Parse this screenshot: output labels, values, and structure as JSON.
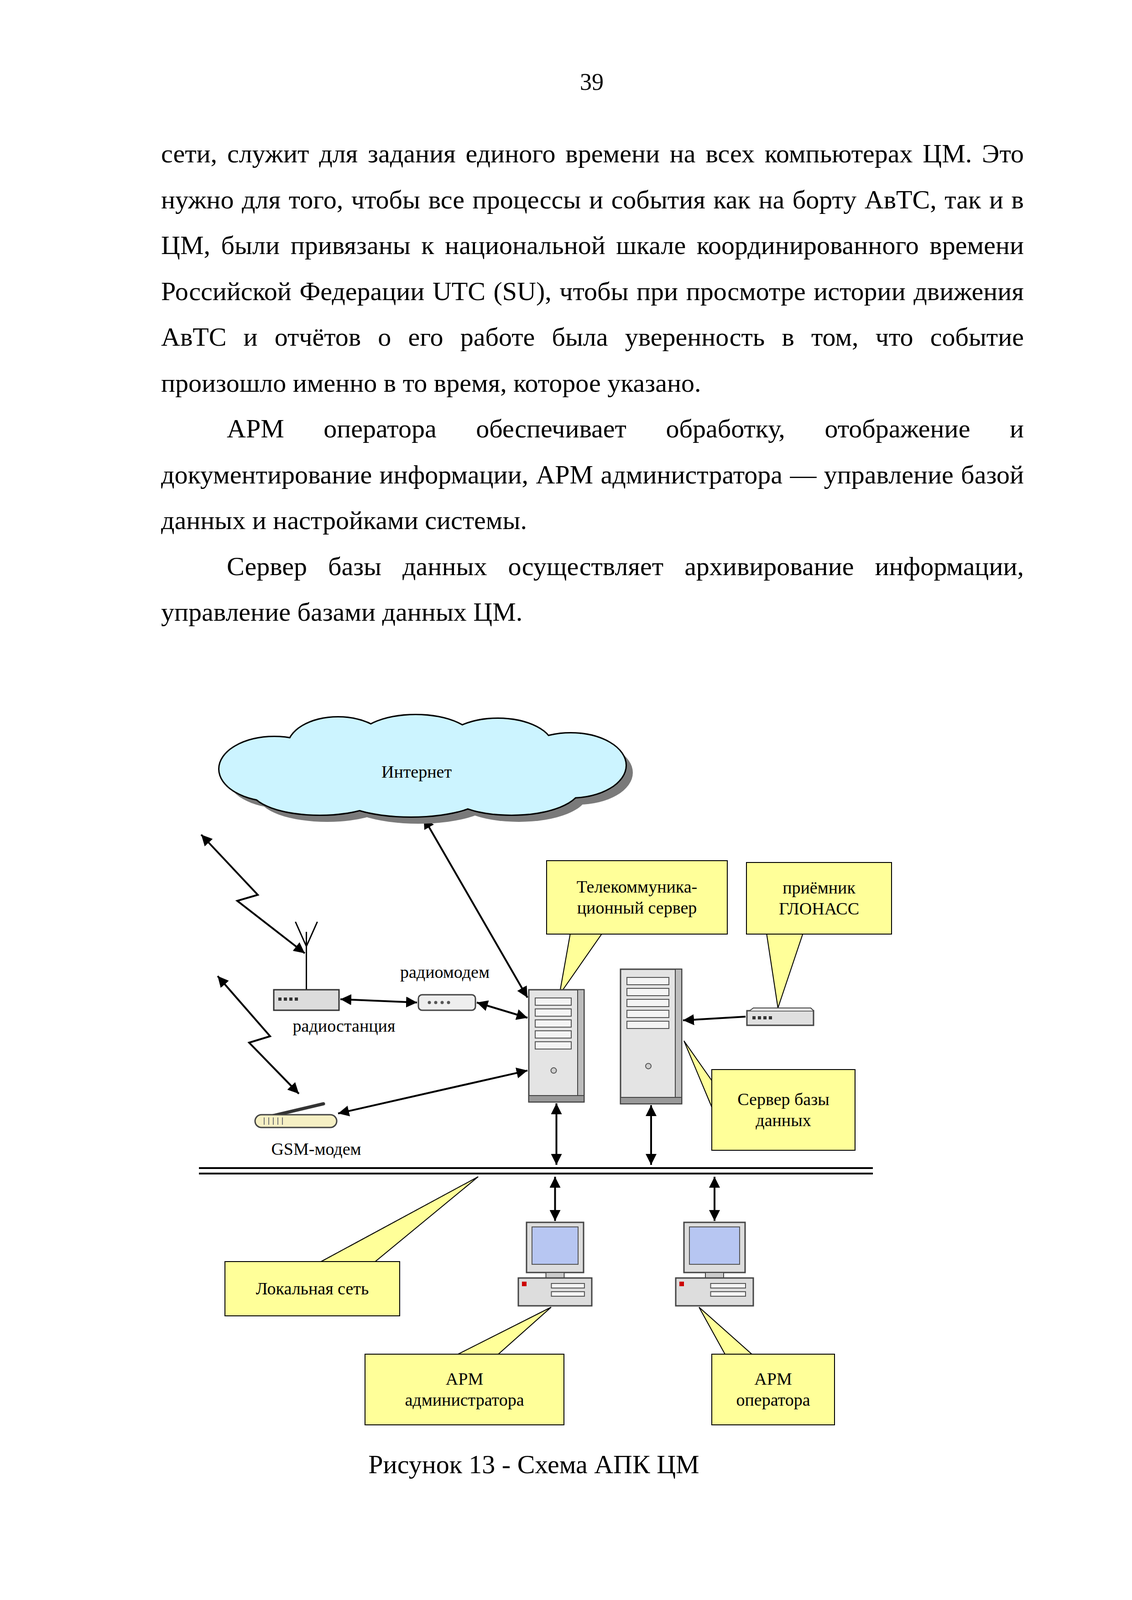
{
  "diagram": {
    "caption": "Рисунок 13 - Схема АПК ЦМ",
    "nodes": [
      {
        "text": [
          "Интернет"
        ]
      },
      {
        "text": [
          "Телекоммуника- ционный сервер"
        ]
      },
      {
        "text": [
          "приёмник ГЛОНАСС"
        ]
      },
      {
        "text": [
          "радиомодем"
        ]
      },
      {
        "text": [
          "радиостанция"
        ]
      },
      {
        "text": [
          "Сервер базы данных"
        ]
      },
      {
        "text": [
          "GSM-модем"
        ]
      },
      {
        "text": [
          "Локальная сеть"
        ]
      },
      {
        "text": [
          "АРМ администратора"
        ]
      },
      {
        "text": [
          "АРМ оператора"
        ]
      }
    ],
    "edges": [
      {
        "from": 0,
        "to": 1,
        "arrow": "both"
      },
      {
        "from": 4,
        "to": 3,
        "arrow": "both"
      },
      {
        "from": 3,
        "to": 1,
        "arrow": "both"
      },
      {
        "from": 6,
        "to": 1,
        "arrow": "both"
      },
      {
        "from": 1,
        "to": 7,
        "arrow": "both"
      },
      {
        "from": 5,
        "to": 7,
        "arrow": "both"
      },
      {
        "from": 2,
        "to": 5,
        "arrow": "to"
      },
      {
        "from": 7,
        "to": 8,
        "arrow": "both"
      },
      {
        "from": 7,
        "to": 9,
        "arrow": "both"
      }
    ],
    "labels": [
      "39",
      "сети, служит для задания единого времени на всех компьютерах ЦМ. Это нужно для того, чтобы все процессы и события как на борту АвТС, так и в ЦМ, были привязаны к национальной шкале координированного времени Российской Федерации UTC (SU), чтобы при просмотре истории движения АвТС и отчётов о его работе была уверенность в том, что событие произошло именно в то время, которое указано.",
      "АРМ оператора обеспечивает обработку, отображение и документирование информации, АРМ администратора — управление базой данных и настройками системы.",
      "Сервер базы данных осуществляет архивирование информации, управление базами данных ЦМ."
    ]
  }
}
